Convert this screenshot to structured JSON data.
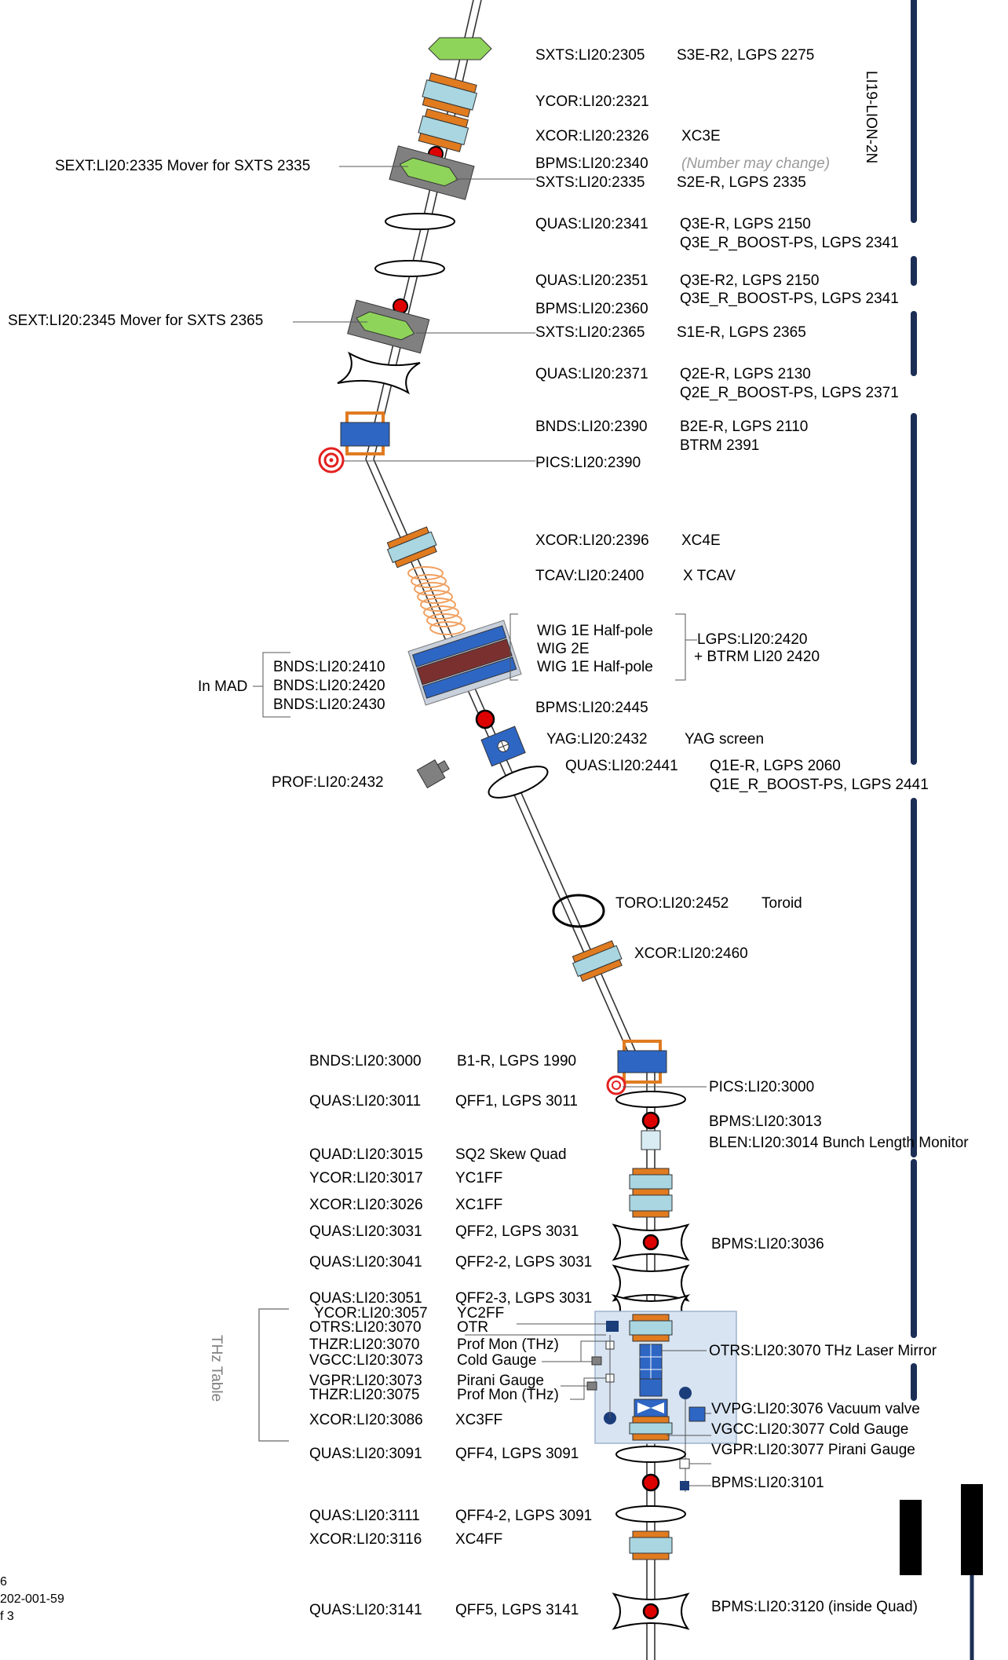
{
  "labels": {
    "sxts2305": "SXTS:LI20:2305",
    "sxts2305d": "S3E-R2, LGPS 2275",
    "ycor2321": "YCOR:LI20:2321",
    "xcor2326": "XCOR:LI20:2326",
    "xcor2326d": "XC3E",
    "sext2335": "SEXT:LI20:2335  Mover for SXTS 2335",
    "bpms2340": "BPMS:LI20:2340",
    "bpms2340d": "(Number may change)",
    "sxts2335": "SXTS:LI20:2335",
    "sxts2335d": "S2E-R, LGPS 2335",
    "quas2341": "QUAS:LI20:2341",
    "quas2341d1": "Q3E-R, LGPS 2150",
    "quas2341d2": "Q3E_R_BOOST-PS, LGPS 2341",
    "quas2351": "QUAS:LI20:2351",
    "quas2351d1": "Q3E-R2, LGPS 2150",
    "quas2351d2": "Q3E_R_BOOST-PS, LGPS 2341",
    "bpms2360": "BPMS:LI20:2360",
    "sext2345": "SEXT:LI20:2345  Mover for SXTS 2365",
    "sxts2365": "SXTS:LI20:2365",
    "sxts2365d": "S1E-R, LGPS 2365",
    "quas2371": "QUAS:LI20:2371",
    "quas2371d1": "Q2E-R, LGPS 2130",
    "quas2371d2": "Q2E_R_BOOST-PS, LGPS 2371",
    "bnds2390": "BNDS:LI20:2390",
    "bnds2390d1": "B2E-R, LGPS 2110",
    "bnds2390d2": "BTRM 2391",
    "pics2390": "PICS:LI20:2390",
    "xcor2396": "XCOR:LI20:2396",
    "xcor2396d": "XC4E",
    "tcav2400": "TCAV:LI20:2400",
    "tcav2400d": "X TCAV",
    "wig1": "WIG 1E   Half-pole",
    "wig2": "WIG 2E",
    "wig3": "WIG 1E   Half-pole",
    "lgps2420": "LGPS:LI20:2420",
    "btrm2420": "+ BTRM LI20 2420",
    "inmad": "In MAD",
    "bnds2410": "BNDS:LI20:2410",
    "bnds2420": "BNDS:LI20:2420",
    "bnds2430": "BNDS:LI20:2430",
    "bpms2445": "BPMS:LI20:2445",
    "yag2432": "YAG:LI20:2432",
    "yag2432d": "YAG screen",
    "quas2441": "QUAS:LI20:2441",
    "quas2441d1": "Q1E-R, LGPS 2060",
    "quas2441d2": "Q1E_R_BOOST-PS, LGPS 2441",
    "prof2432": "PROF:LI20:2432",
    "toro2452": "TORO:LI20:2452",
    "toro2452d": "Toroid",
    "xcor2460": "XCOR:LI20:2460",
    "bnds3000": "BNDS:LI20:3000",
    "bnds3000d": "B1-R, LGPS 1990",
    "pics3000": "PICS:LI20:3000",
    "quas3011": "QUAS:LI20:3011",
    "quas3011d": "QFF1, LGPS 3011",
    "bpms3013": "BPMS:LI20:3013",
    "blen3014": "BLEN:LI20:3014  Bunch Length Monitor",
    "quad3015": "QUAD:LI20:3015",
    "quad3015d": "SQ2 Skew Quad",
    "ycor3017": "YCOR:LI20:3017",
    "ycor3017d": "YC1FF",
    "xcor3026": "XCOR:LI20:3026",
    "xcor3026d": "XC1FF",
    "quas3031": "QUAS:LI20:3031",
    "quas3031d": "QFF2, LGPS 3031",
    "bpms3036": "BPMS:LI20:3036",
    "quas3041": "QUAS:LI20:3041",
    "quas3041d": "QFF2-2, LGPS 3031",
    "quas3051": "QUAS:LI20:3051",
    "quas3051d": "QFF2-3, LGPS 3031",
    "ycor3057": "YCOR:LI20:3057",
    "ycor3057d": "YC2FF",
    "otrs3070": "OTRS:LI20:3070",
    "otrs3070d": "OTR",
    "thzr3070": "THZR:LI20:3070",
    "thzr3070d": "Prof Mon (THz)",
    "vgcc3073": "VGCC:LI20:3073",
    "vgcc3073d": "Cold Gauge",
    "vgpr3073": "VGPR:LI20:3073",
    "vgpr3073d": "Pirani Gauge",
    "thzr3075": "THZR:LI20:3075",
    "thzr3075d": "Prof Mon (THz)",
    "xcor3086": "XCOR:LI20:3086",
    "xcor3086d": "XC3FF",
    "otrsR": "OTRS:LI20:3070  THz Laser Mirror",
    "vvpg3076": "VVPG:LI20:3076  Vacuum valve",
    "vgcc3077": "VGCC:LI20:3077  Cold Gauge",
    "vgpr3077": "VGPR:LI20:3077  Pirani Gauge",
    "thztable": "THz Table",
    "quas3091": "QUAS:LI20:3091",
    "quas3091d": "QFF4, LGPS 3091",
    "bpms3101": "BPMS:LI20:3101",
    "quas3111": "QUAS:LI20:3111",
    "quas3111d": "QFF4-2, LGPS 3091",
    "xcor3116": "XCOR:LI20:3116",
    "xcor3116d": "XC4FF",
    "quas3141": "QUAS:LI20:3141",
    "quas3141d": "QFF5, LGPS 3141",
    "bpms3120": "BPMS:LI20:3120 (inside Quad)",
    "lionlabel": "LI19-LION-2N",
    "edge1": "6",
    "edge2": "202-001-59",
    "edge3": "f 3"
  },
  "colors": {
    "magnet_orange": "#e07b20",
    "corrector_blue": "#a9d6e0",
    "bend_blue": "#2e66c4",
    "sext_green": "#8fd45a",
    "bpm_red": "#dd0000",
    "pics_red": "#e32020",
    "lion_navy": "#1b2e55",
    "wiggler_red": "#7b3030",
    "thz_table_bg": "#d8e4f2"
  }
}
